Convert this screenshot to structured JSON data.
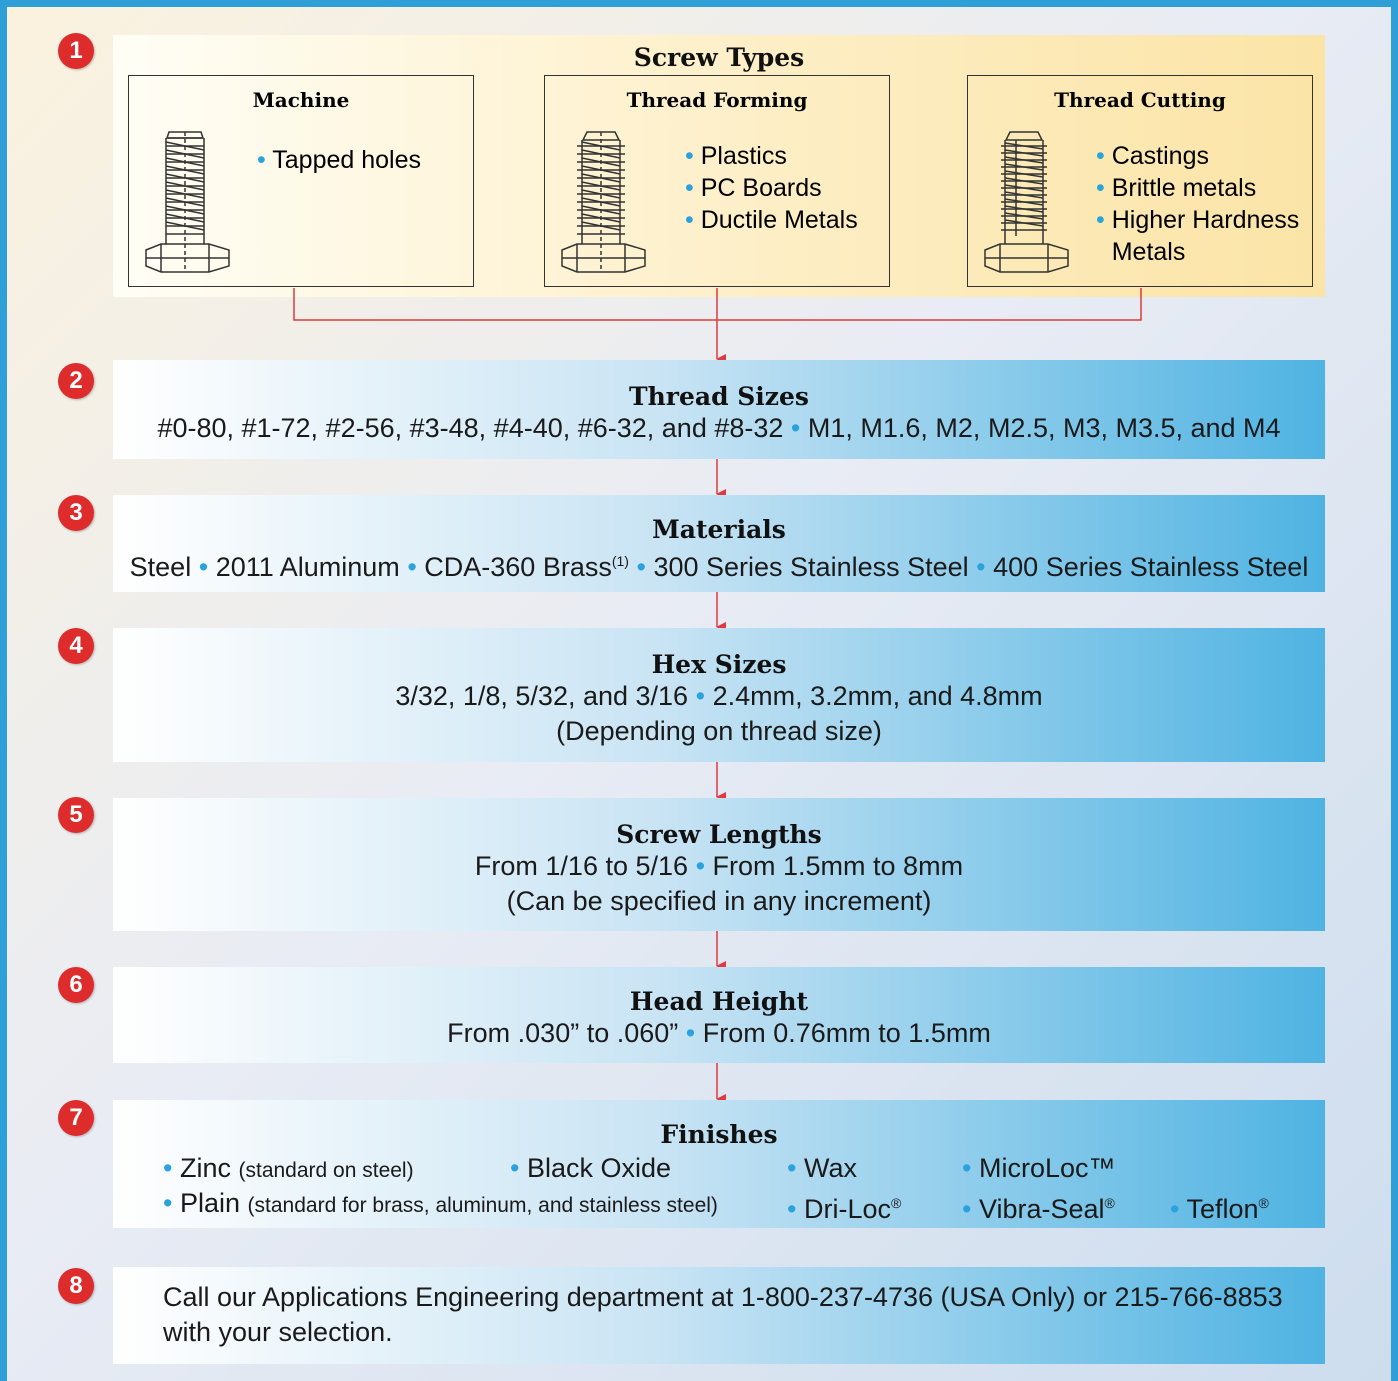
{
  "steps": [
    {
      "num": "1",
      "heading": "Screw Types"
    },
    {
      "num": "2",
      "heading": "Thread Sizes"
    },
    {
      "num": "3",
      "heading": "Materials"
    },
    {
      "num": "4",
      "heading": "Hex Sizes"
    },
    {
      "num": "5",
      "heading": "Screw Lengths"
    },
    {
      "num": "6",
      "heading": "Head Height"
    },
    {
      "num": "7",
      "heading": "Finishes"
    },
    {
      "num": "8"
    }
  ],
  "screw_types": [
    {
      "title": "Machine",
      "uses": [
        "Tapped holes"
      ]
    },
    {
      "title": "Thread Forming",
      "uses": [
        "Plastics",
        "PC Boards",
        "Ductile Metals"
      ]
    },
    {
      "title": "Thread Cutting",
      "uses": [
        "Castings",
        "Brittle metals",
        "Higher Hardness",
        "Metals"
      ]
    }
  ],
  "thread_sizes": {
    "imperial": "#0-80, #1-72, #2-56, #3-48, #4-40, #6-32, and #8-32",
    "metric": "M1, M1.6, M2, M2.5, M3, M3.5, and M4"
  },
  "materials": {
    "items": [
      "Steel",
      "2011 Aluminum",
      "CDA-360 Brass",
      "300 Series Stainless Steel",
      "400 Series Stainless Steel"
    ],
    "brass_note": "(1)"
  },
  "hex_sizes": {
    "imperial": "3/32, 1/8, 5/32, and 3/16",
    "metric": "2.4mm, 3.2mm, and 4.8mm",
    "note": "(Depending on thread size)"
  },
  "screw_lengths": {
    "imperial": "From 1/16 to 5/16",
    "metric": "From 1.5mm to 8mm",
    "note": "(Can be specified in any increment)"
  },
  "head_height": {
    "imperial": "From .030” to .060”",
    "metric": "From 0.76mm to 1.5mm"
  },
  "finishes": {
    "zinc": "Zinc",
    "zinc_note": "(standard on steel)",
    "black_oxide": "Black Oxide",
    "wax": "Wax",
    "microloc": "MicroLoc™",
    "plain": "Plain",
    "plain_note": "(standard for brass, aluminum, and stainless steel)",
    "driloc": "Dri-Loc",
    "vibraseal": "Vibra-Seal",
    "teflon": "Teflon",
    "reg": "®"
  },
  "contact": {
    "line1": "Call our Applications Engineering department at 1-800-237-4736 (USA Only) or 215-766-8853",
    "line2": "with your selection."
  },
  "colors": {
    "accent_blue": "#2aa3dd",
    "badge_red": "#de2b2b",
    "connector_red": "#e0393e",
    "frame_blue": "#2f9fd8"
  }
}
